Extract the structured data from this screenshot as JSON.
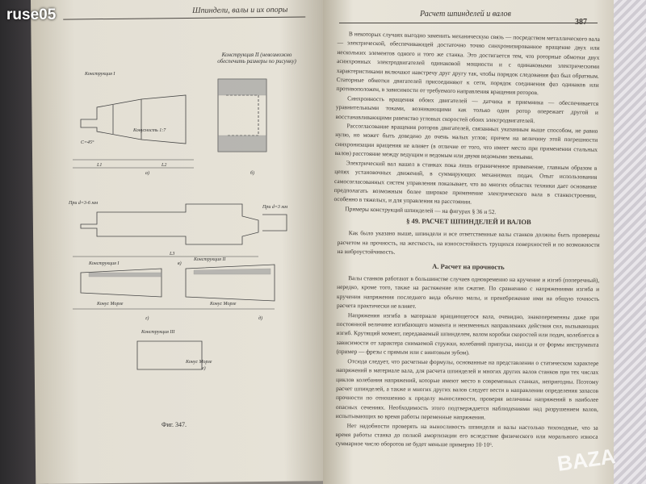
{
  "watermark_top": "ruse05",
  "watermark_bottom": "BAZA",
  "left_page": {
    "running_head": "Шпиндели, валы и их опоры",
    "figure_labels": [
      "Конструкция I",
      "Конструкция II (невозможно обеспечить размеры по рисунку)",
      "Конусность 1:7",
      "а)",
      "б)",
      "в)",
      "г)",
      "д)",
      "е)",
      "Конструкция I",
      "Конструкция II",
      "Конструкция III",
      "Конус Морзе",
      "Конус Морзе",
      "Конус Морзе",
      "При d=3 мм",
      "При d=3-6 мм",
      "L1",
      "L2",
      "L3",
      "C=45°"
    ],
    "caption": "Фиг. 347."
  },
  "right_page": {
    "running_head": "Расчет шпинделей и валов",
    "page_number": "387",
    "paragraphs_top": [
      "В некоторых случаях выгодно заменить механическую связь — посредством металлического вала — электрической, обеспечивающей достаточно точно синхронизированное вращение двух или нескольких элементов одного и того же станка. Это достигается тем, что роторные обмотки двух асинхронных электродвигателей одинаковой мощности и с одинаковыми электрическими характеристиками включают навстречу друг другу так, чтобы порядок следования фаз был обратным. Статорные обмотки двигателей присоединяют к сети, порядок соединения фаз одинаков или противоположен, в зависимости от требуемого направления вращения роторов.",
      "Синхронность вращения обоих двигателей — датчика и приемника — обеспечивается уравнительными токами, возникающими как только один ротор опережает другой и восстанавливающими равенство угловых скоростей обоих электродвигателей.",
      "Рассогласование вращения роторов двигателей, связанных указанным выше способом, не равно нулю, но может быть доведено до очень малых углов; причем на величину этой погрешности синхронизации вращения не влияет (в отличие от того, что имеет место при применении стальных валов) расстояние между ведущим и ведомым или двумя ведомыми звеньями.",
      "Электрический вал нашел в станках пока лишь ограниченное применение, главным образом в цепях установочных движений, в суммирующих механизмах подач. Опыт использования самосогласованных систем управления показывает, что во многих областях техники дает основание предполагать возможным более широкое применение электрического вала в станкостроении, особенно в тяжелых, и для управления на расстоянии.",
      "Примеры конструкций шпинделей — на фигурах § 36 и 52."
    ],
    "section_title": "§ 49. РАСЧЕТ ШПИНДЕЛЕЙ И ВАЛОВ",
    "section_intro": "Как было указано выше, шпиндели и все ответственные валы станков должны быть проверены расчетом на прочность, на жесткость, на износостойкость трущихся поверхностей и по возможности на виброустойчивость.",
    "subsection_title": "А. Расчет на прочность",
    "paragraphs_bottom": [
      "Валы станков работают в большинстве случаев одновременно на кручение и изгиб (поперечный), нередко, кроме того, также на растяжение или сжатие. По сравнению с напряжениями изгиба и кручения напряжения последнего вида обычно малы, и пренебрежение ими на общую точность расчета практически не влияет.",
      "Напряжения изгиба в материале вращающегося вала, очевидно, знакопеременны даже при постоянной величине изгибающего момента и неизменных направлениях действия сил, вызывающих изгиб. Крутящий момент, передаваемый шпинделем, валом коробки скоростей или подач, колеблется в зависимости от характера снимаемой стружки, колебаний припуска, иногда и от формы инструмента (пример — фрезы с прямым или с винтовым зубом).",
      "Отсюда следует, что расчетные формулы, основанные на представлении о статическом характере напряжений в материале вала, для расчета шпинделей и многих других валов станков при тех числах циклов колебания напряжений, которые имеют место в современных станках, непригодны. Поэтому расчет шпинделей, а также и многих других валов следует вести в направлении определения запасов прочности по отношению к пределу выносливости, проверяя величины напряжений в наиболее опасных сечениях. Необходимость этого подтверждается наблюдениями над разрушением валов, испытывающих во время работы переменные напряжения.",
      "Нет надобности проверять на выносливость шпиндели и валы настолько тихоходные, что за время работы станка до полной амортизации его вследствие физического или морального износа суммарное число оборотов не будет меньше примерно 10·10⁶."
    ]
  }
}
